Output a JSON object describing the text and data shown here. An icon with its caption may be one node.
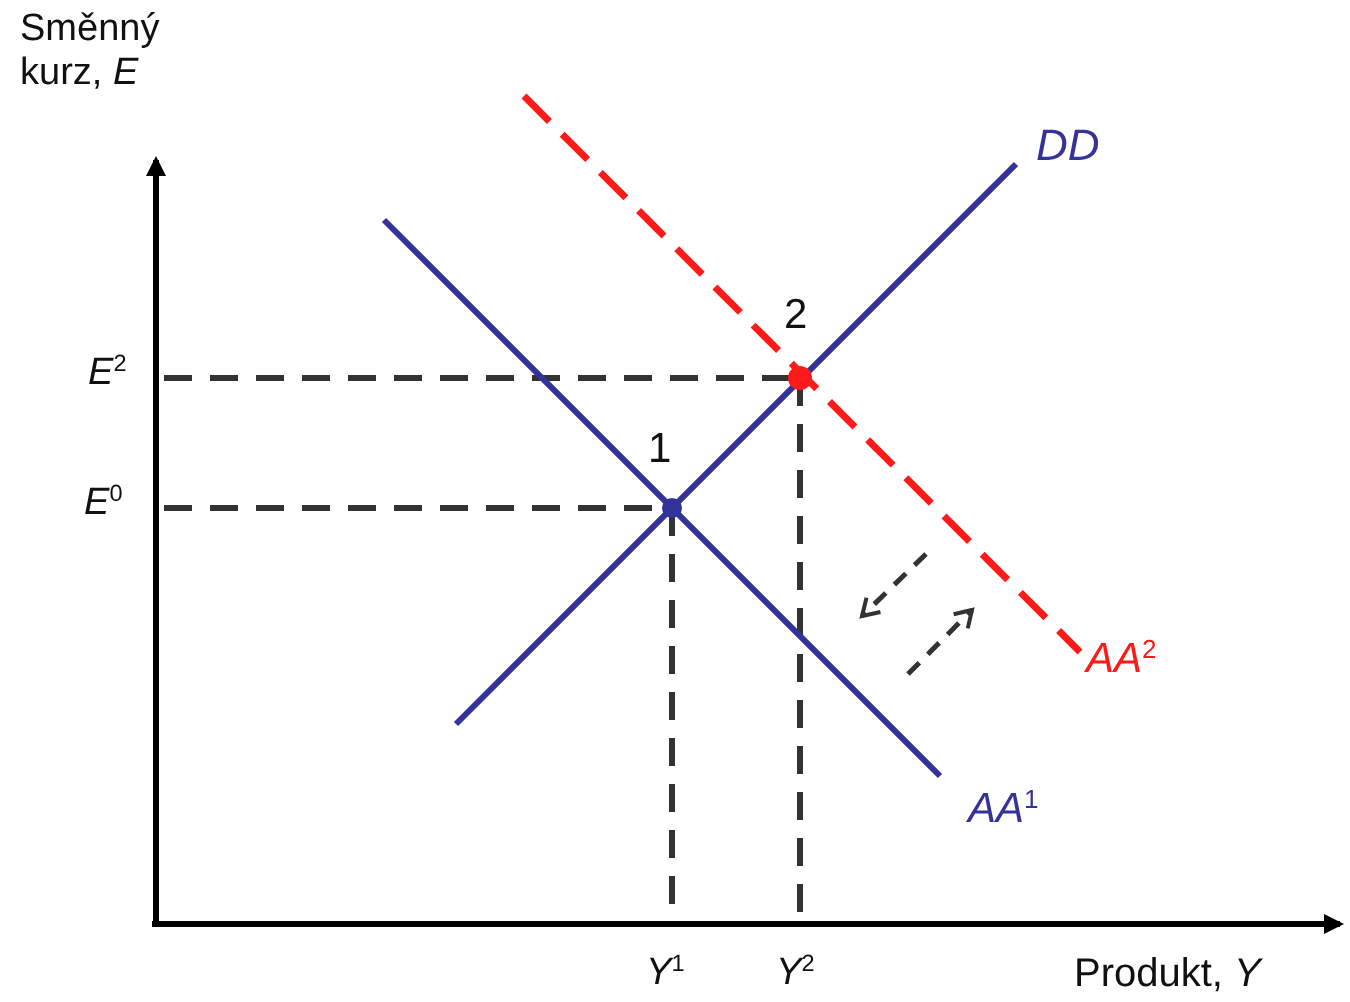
{
  "diagram": {
    "labels": [
      "Směnný kurz, *E*",
      "DD",
      "2",
      "*E*$^{2}$",
      "1",
      "*E*$^{0}$",
      "*AA*$^{2}$",
      "*AA*$^{1}$",
      "*Y*$^{1}$",
      "*Y*$^{2}$",
      "Produkt, *Y*"
    ]
  }
}
